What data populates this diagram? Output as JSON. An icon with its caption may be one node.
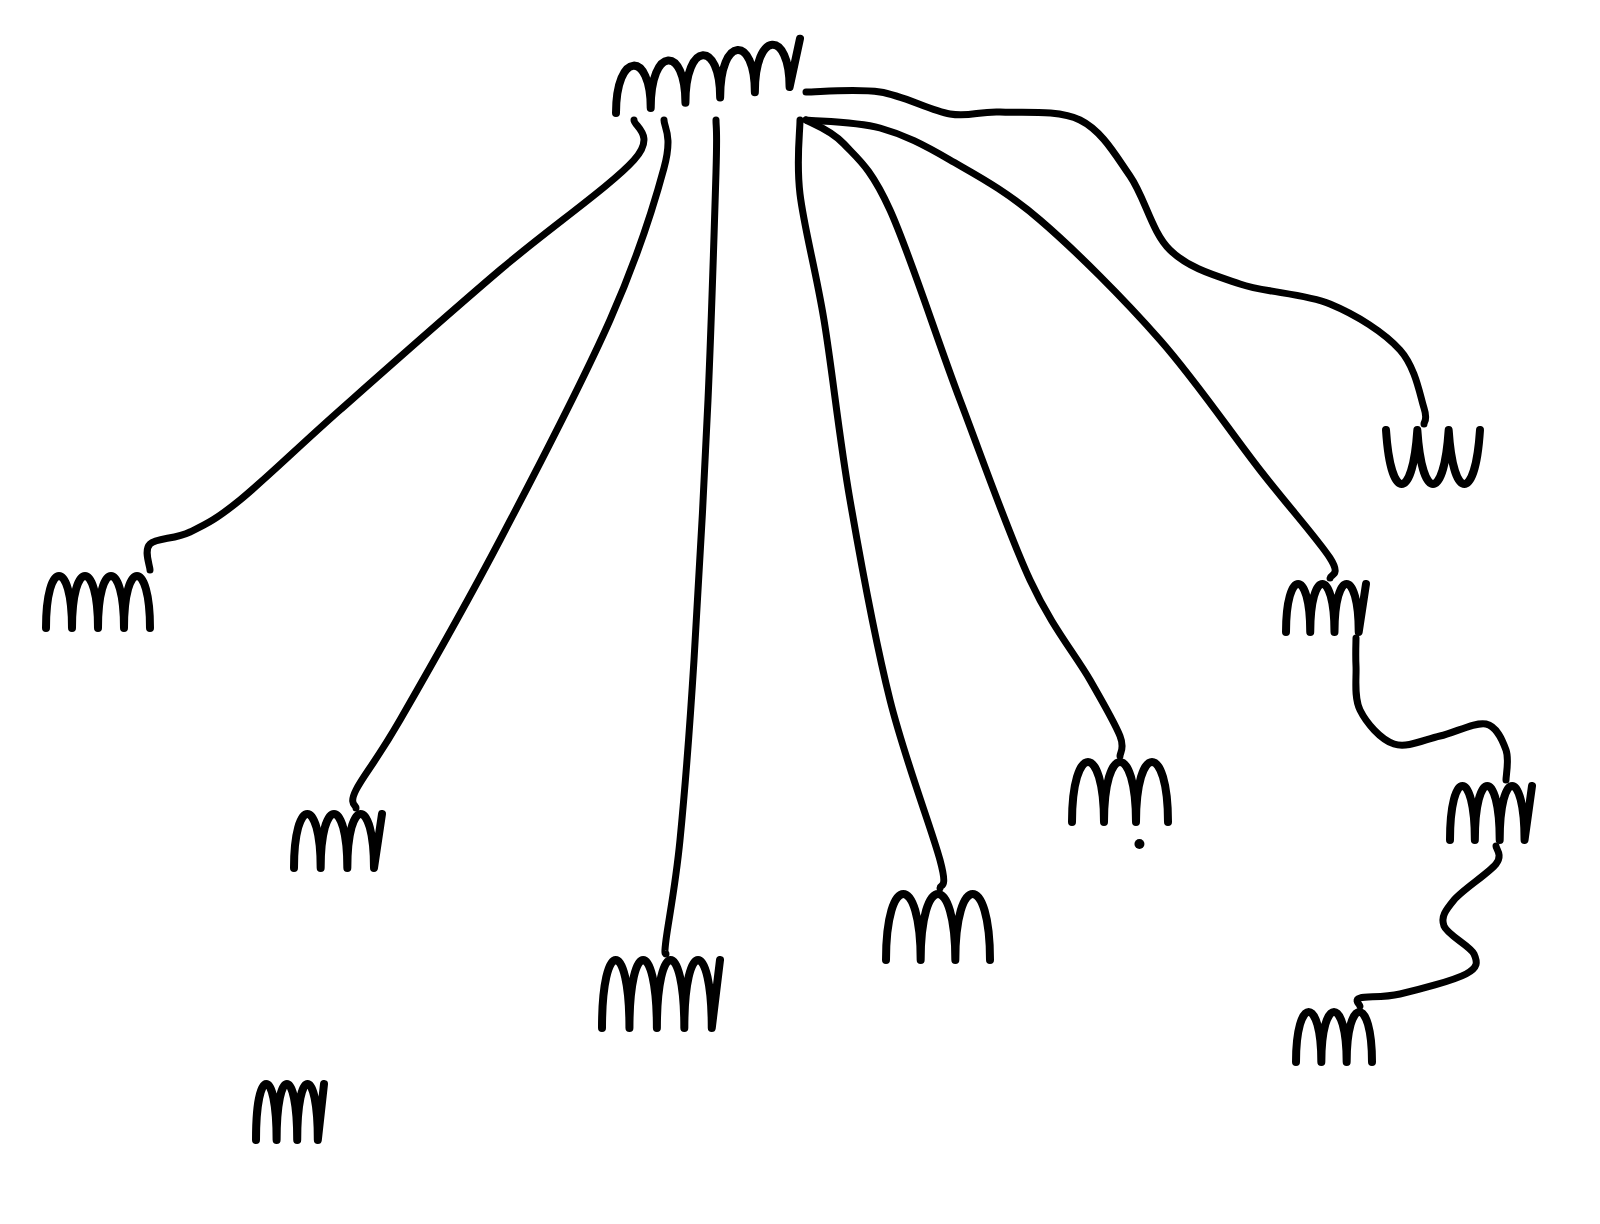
{
  "diagram": {
    "nodes": [
      {
        "text": [],
        "shape": "scribble"
      },
      {
        "text": [],
        "shape": "scribble"
      },
      {
        "text": [],
        "shape": "scribble"
      },
      {
        "text": [],
        "shape": "scribble"
      },
      {
        "text": [],
        "shape": "scribble"
      },
      {
        "text": [],
        "shape": "scribble"
      },
      {
        "text": [],
        "shape": "scribble"
      },
      {
        "text": [],
        "shape": "scribble"
      },
      {
        "text": [],
        "shape": "scribble"
      },
      {
        "text": [],
        "shape": "scribble"
      },
      {
        "text": [],
        "shape": "scribble"
      }
    ],
    "edges": [
      {
        "from": 0,
        "to": 1,
        "arrow": "none"
      },
      {
        "from": 0,
        "to": 2,
        "arrow": "none"
      },
      {
        "from": 0,
        "to": 3,
        "arrow": "none"
      },
      {
        "from": 0,
        "to": 4,
        "arrow": "none"
      },
      {
        "from": 0,
        "to": 5,
        "arrow": "none"
      },
      {
        "from": 0,
        "to": 6,
        "arrow": "none"
      },
      {
        "from": 0,
        "to": 7,
        "arrow": "none"
      },
      {
        "from": 6,
        "to": 8,
        "arrow": "none"
      },
      {
        "from": 8,
        "to": 9,
        "arrow": "none"
      }
    ]
  }
}
